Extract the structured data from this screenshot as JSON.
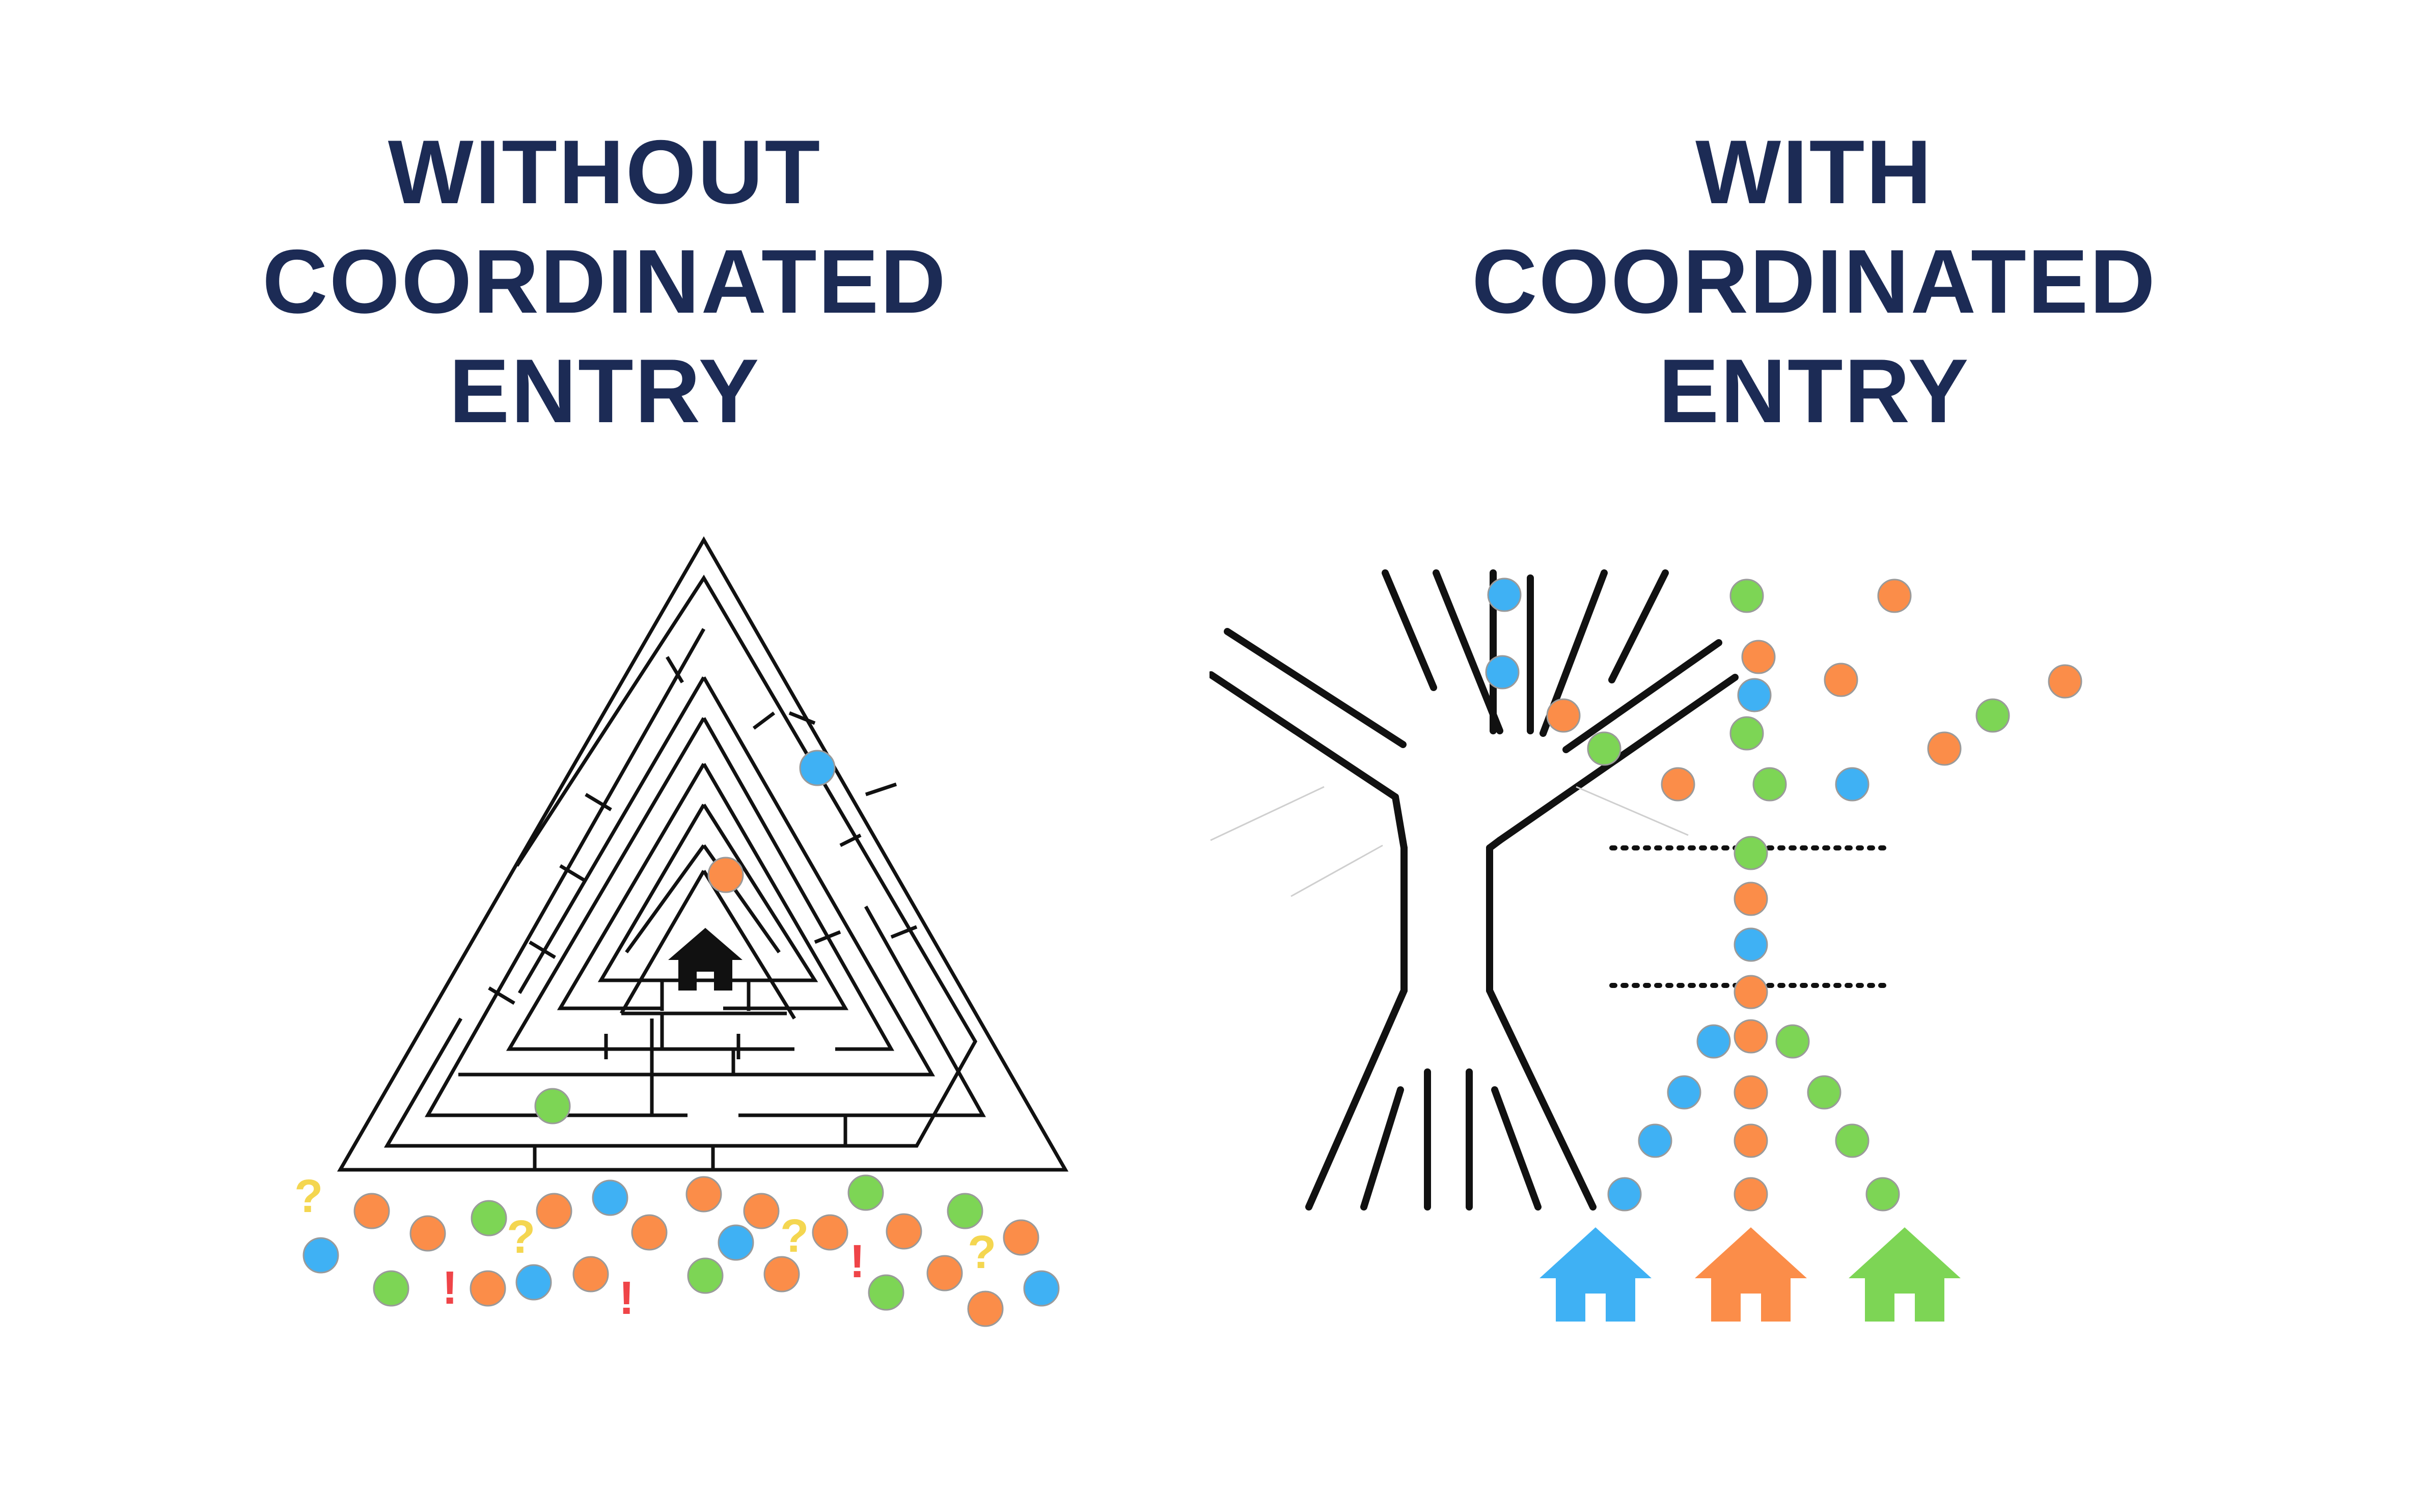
{
  "left": {
    "title_lines": [
      "WITHOUT",
      "COORDINATED",
      "ENTRY"
    ],
    "marks": {
      "question": "?",
      "exclaim": "!"
    }
  },
  "right": {
    "title_lines": [
      "WITH",
      "COORDINATED",
      "ENTRY"
    ]
  },
  "colors": {
    "title": "#1c2b55",
    "blue": "#3fb1f4",
    "orange": "#fb8d49",
    "green": "#7dd555",
    "red": "#ef4448",
    "yellow": "#f4d650",
    "line": "#111111"
  },
  "icons": {
    "left_center": "house-icon",
    "right_exits": [
      "blue-house-icon",
      "orange-house-icon",
      "green-house-icon"
    ]
  }
}
